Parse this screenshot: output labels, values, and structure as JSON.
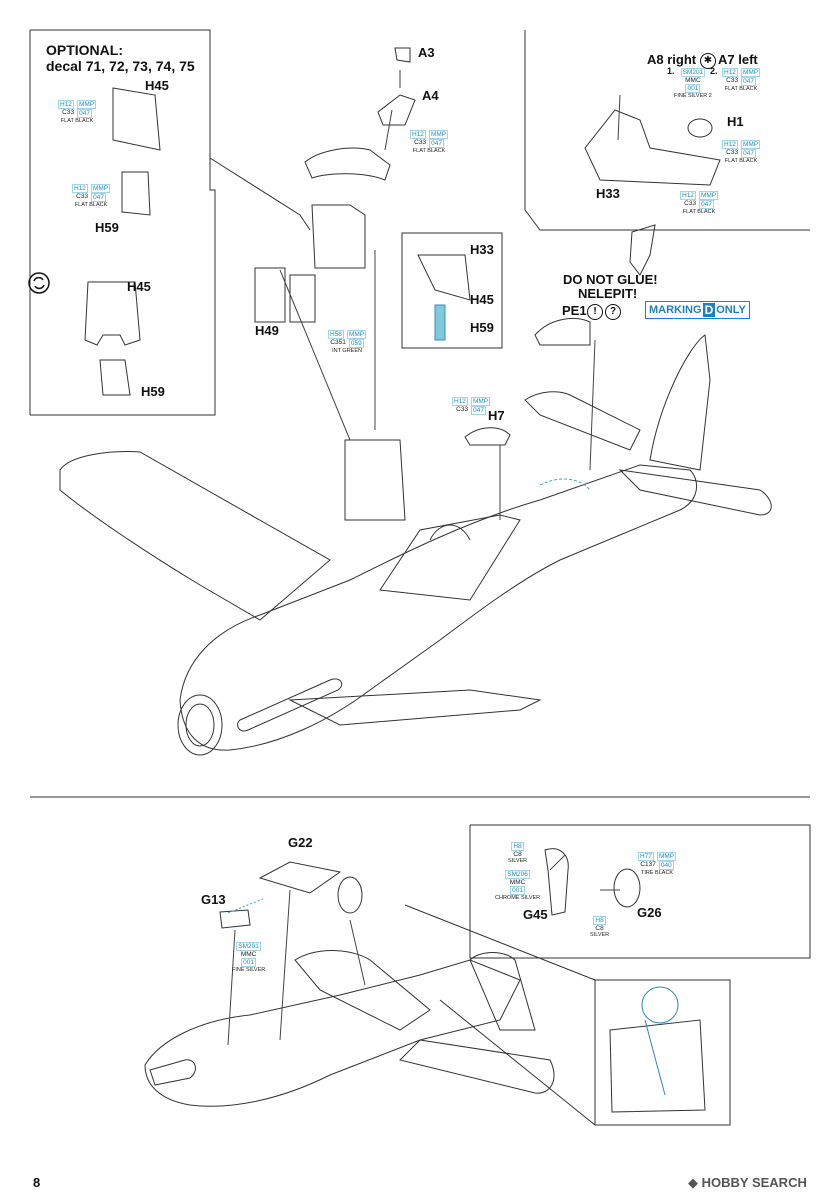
{
  "page": {
    "number": "8"
  },
  "optional_note": {
    "line1": "OPTIONAL:",
    "line2": "decal 71, 72, 73, 74, 75"
  },
  "parts": {
    "a3": "A3",
    "a4": "A4",
    "a8": "A8 right",
    "a7": "A7 left",
    "h1": "H1",
    "h33a": "H33",
    "h45a": "H45",
    "h59a": "H59",
    "h45b": "H45",
    "h59b": "H59",
    "h49": "H49",
    "h33c": "H33",
    "h45c": "H45",
    "h59c": "H59",
    "h7": "H7",
    "pe1": "PE1",
    "g22": "G22",
    "g13": "G13",
    "g45": "G45",
    "g26": "G26",
    "step1": "1.",
    "step2": "2."
  },
  "warnings": {
    "line1": "DO NOT GLUE!",
    "line2": "NELEPIT!"
  },
  "marking": {
    "prefix": "MARKING",
    "letter": "D",
    "suffix": "ONLY"
  },
  "paint": {
    "flat_black": {
      "h": "H12",
      "m": "MMP",
      "c": "C33",
      "n": "047",
      "name": "FLAT BLACK"
    },
    "int_green": {
      "h": "H58",
      "m": "MMP",
      "c": "C351",
      "n": "059",
      "name": "INT GREEN"
    },
    "fine_silver2": {
      "h": "SM201",
      "m": "MMC",
      "n": "001",
      "name": "FINE SILVER 2"
    },
    "fine_silver": {
      "h": "SM201",
      "m": "MMC",
      "n": "001",
      "name": "FINE SILVER"
    },
    "silver": {
      "h": "H8",
      "c": "C8",
      "name": "SILVER"
    },
    "chrome_silver": {
      "h": "SM206",
      "m": "MMC",
      "n": "001",
      "name": "CHROME SILVER"
    },
    "tire_black": {
      "h": "H77",
      "m": "MMP",
      "c": "C137",
      "n": "040",
      "name": "TIRE BLACK"
    }
  },
  "watermark": {
    "text": "HOBBY SEARCH"
  }
}
